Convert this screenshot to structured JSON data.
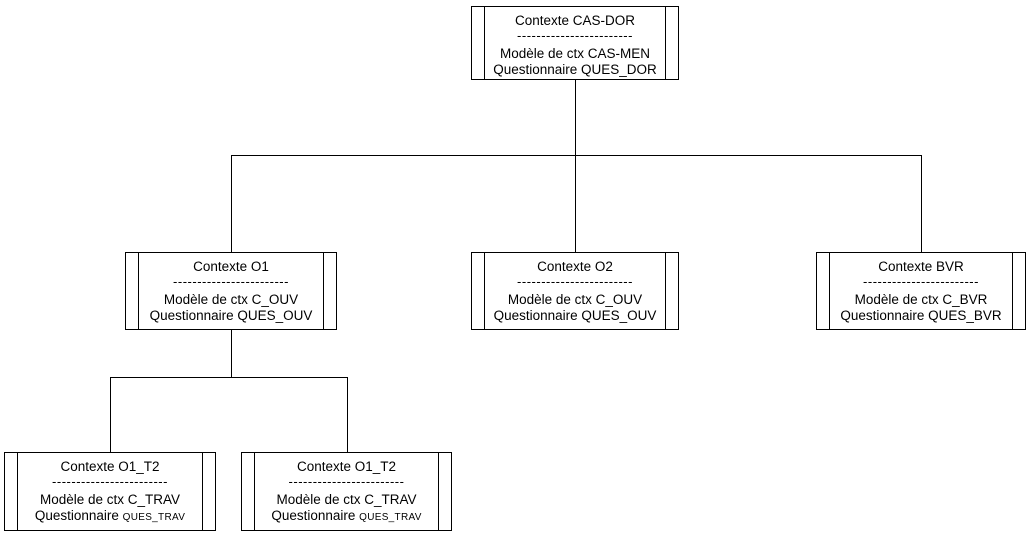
{
  "diagram": {
    "background_color": "#ffffff",
    "line_color": "#000000",
    "separator": "------------------------",
    "nodes": {
      "root": {
        "title": "Contexte CAS-DOR",
        "model": "Modèle de ctx CAS-MEN",
        "questionnaire_label": "Questionnaire",
        "questionnaire_value": "QUES_DOR"
      },
      "o1": {
        "title": "Contexte O1",
        "model": "Modèle de ctx C_OUV",
        "questionnaire_label": "Questionnaire",
        "questionnaire_value": "QUES_OUV"
      },
      "o2": {
        "title": "Contexte O2",
        "model": "Modèle de ctx C_OUV",
        "questionnaire_label": "Questionnaire",
        "questionnaire_value": "QUES_OUV"
      },
      "bvr": {
        "title": "Contexte BVR",
        "model": "Modèle de ctx C_BVR",
        "questionnaire_label": "Questionnaire",
        "questionnaire_value": "QUES_BVR"
      },
      "o1_t2_a": {
        "title": "Contexte O1_T2",
        "model": "Modèle de ctx C_TRAV",
        "questionnaire_label": "Questionnaire",
        "questionnaire_value": "QUES_TRAV"
      },
      "o1_t2_b": {
        "title": "Contexte O1_T2",
        "model": "Modèle de ctx C_TRAV",
        "questionnaire_label": "Questionnaire",
        "questionnaire_value": "QUES_TRAV"
      }
    }
  }
}
